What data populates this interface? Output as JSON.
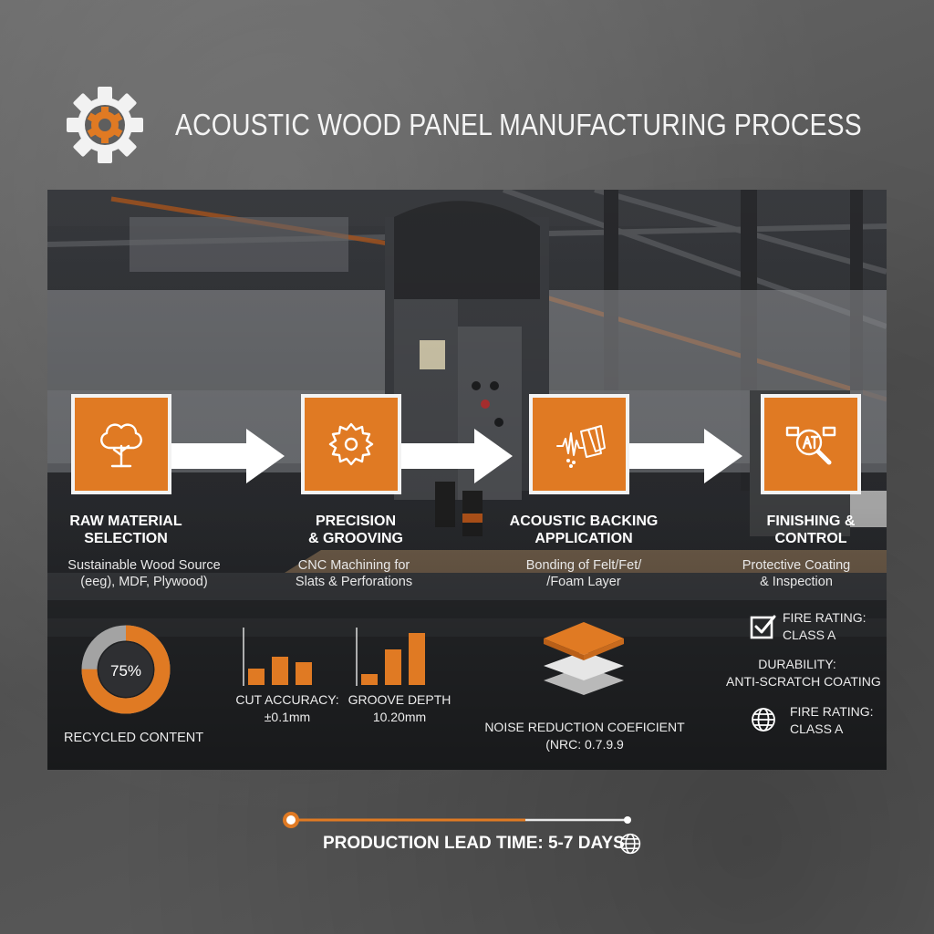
{
  "header": {
    "title": "ACOUSTIC WOOD PANEL MANUFACTURING PROCESS",
    "icon": "gear-icon"
  },
  "colors": {
    "accent": "#e07a23",
    "panel_dark": "#2f3135",
    "text": "#ffffff"
  },
  "steps": [
    {
      "icon": "tree-icon",
      "title_line1": "RAW MATERIAL",
      "title_line2": "SELECTION",
      "desc_line1": "Sustainable Wood Source",
      "desc_line2": "(eeg), MDF, Plywood)"
    },
    {
      "icon": "saw-blade-icon",
      "title_line1": "PRECISION",
      "title_line2": "& GROOVING",
      "desc_line1": "CNC Machining for",
      "desc_line2": "Slats & Perforations"
    },
    {
      "icon": "sound-wave-icon",
      "title_line1": "ACOUSTIC BACKING",
      "title_line2": "APPLICATION",
      "desc_line1": "Bonding of Felt/Fet/",
      "desc_line2": "/Foam Layer"
    },
    {
      "icon": "inspection-magnifier-icon",
      "title_line1": "FINISHING &",
      "title_line2": "CONTROL",
      "desc_line1": "Protective Coating",
      "desc_line2": "& Inspection"
    }
  ],
  "stats": {
    "recycled": {
      "value_label": "75%",
      "percent": 75,
      "label": "RECYCLED CONTENT"
    },
    "cut_accuracy": {
      "label_line1": "CUT ACCURACY:",
      "label_line2": "±0.1mm"
    },
    "groove_depth": {
      "label_line1": "GROOVE DEPTH",
      "label_line2": "10.20mm"
    },
    "noise": {
      "label_line1": "NOISE REDUCTION COEFICIENT",
      "label_line2": "(NRC: 0.7.9.9"
    },
    "ratings": [
      {
        "icon": "checkbox-icon",
        "line1": "FIRE RATING:",
        "line2": "CLASS A"
      },
      {
        "icon": "",
        "line1": "DURABILITY:",
        "line2": "ANTI-SCRATCH COATING"
      },
      {
        "icon": "globe-icon",
        "line1": "FIRE RATING:",
        "line2": "CLASS A"
      }
    ]
  },
  "footer": {
    "lead_time": "PRODUCTION LEAD TIME: 5-7 DAYS",
    "icon": "globe-icon"
  }
}
